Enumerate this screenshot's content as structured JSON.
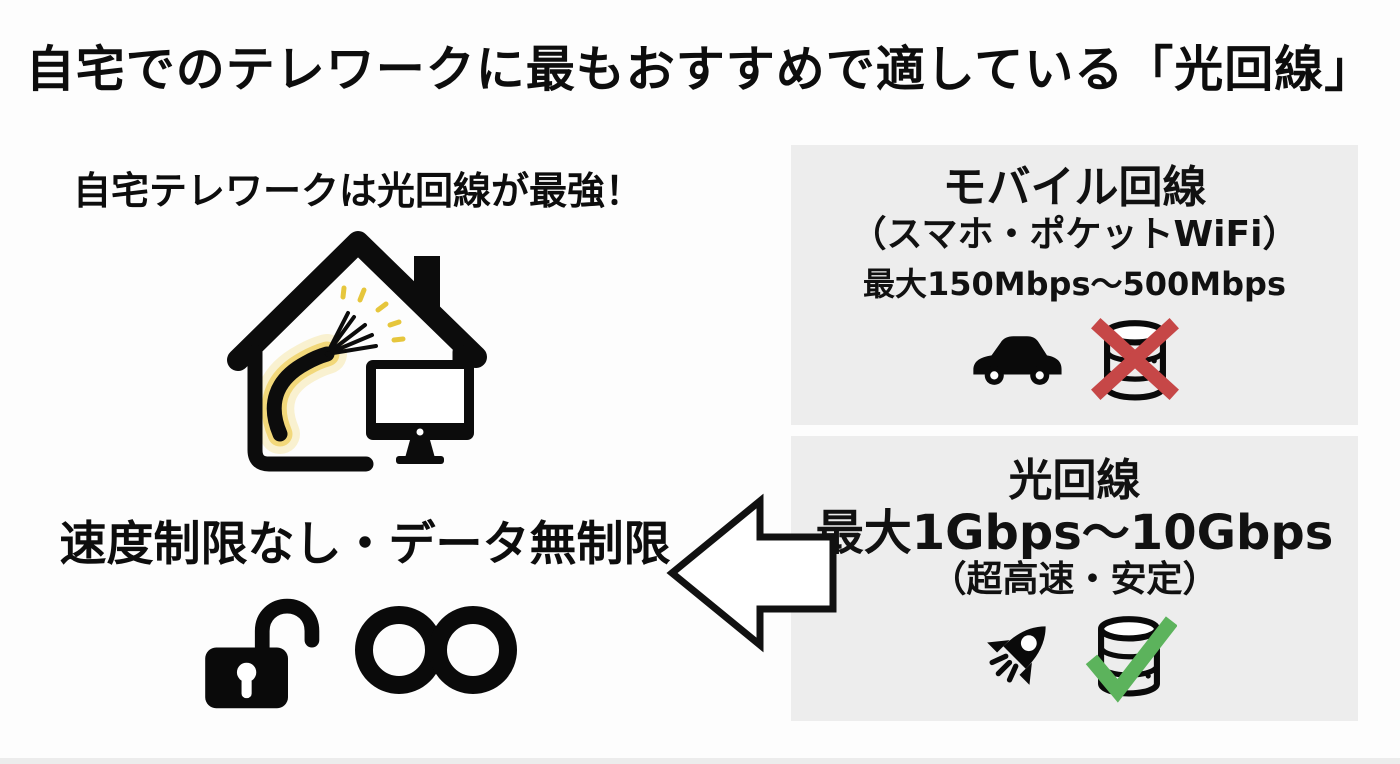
{
  "page": {
    "title": "自宅でのテレワークに最もおすすめで適している「光回線」",
    "background_color": "#fdfdfd",
    "bottom_strip_color": "#ececec"
  },
  "left_panel": {
    "headline": "自宅テレワークは光回線が最強！",
    "illustration": "house-with-fiber-optic-cable-and-monitor",
    "benefit_text": "速度制限なし・データ無制限",
    "icons": [
      "unlocked-padlock-icon",
      "infinity-icon"
    ],
    "cable_glow_color": "#f0d264",
    "spark_color": "#e6c63c"
  },
  "arrow": {
    "direction": "left",
    "fill_color": "#ffffff",
    "outline_color": "#111111"
  },
  "comparison": {
    "box_color": "#ededed",
    "mobile_box": {
      "title": "モバイル回線",
      "subtitle": "（スマホ・ポケットWiFi）",
      "max_speed": "最大150Mbps〜500Mbps",
      "icons": [
        "car-icon",
        "database-crossed-icon"
      ],
      "cross_color": "#c64747"
    },
    "fiber_box": {
      "title": "光回線",
      "max_speed": "最大1Gbps〜10Gbps",
      "subtitle": "（超高速・安定）",
      "icons": [
        "rocket-icon",
        "database-checked-icon"
      ],
      "check_color": "#5cb35c"
    }
  }
}
